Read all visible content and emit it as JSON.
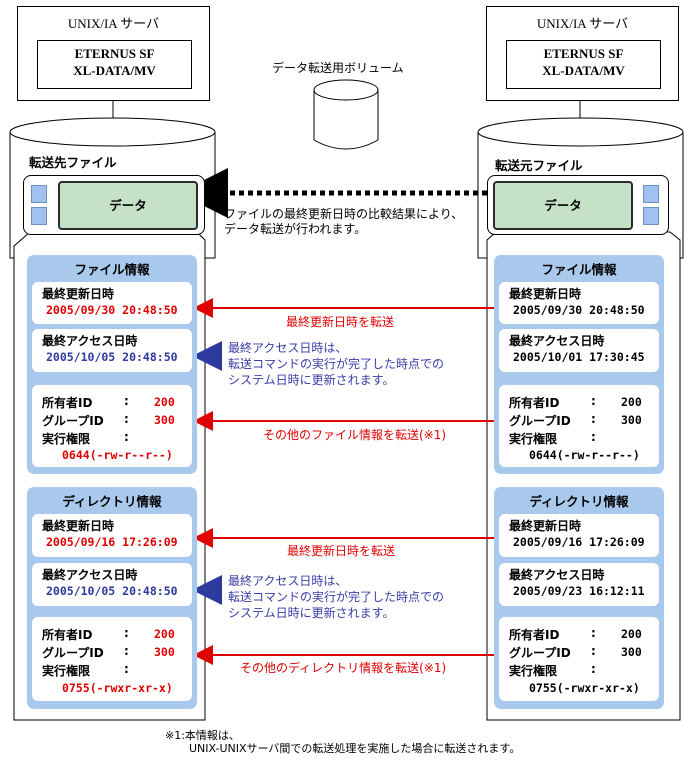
{
  "colors": {
    "panel": "#a9c9ec",
    "data": "#c6e2c6",
    "red": "#e00000",
    "blue": "#2e3a9e"
  },
  "left_server": {
    "title": "UNIX/IA サーバ",
    "product_line1": "ETERNUS SF",
    "product_line2": "XL-DATA/MV"
  },
  "right_server": {
    "title": "UNIX/IA サーバ",
    "product_line1": "ETERNUS SF",
    "product_line2": "XL-DATA/MV"
  },
  "volume_label": "データ転送用ボリューム",
  "dest_file_label": "転送先ファイル",
  "src_file_label": "転送元ファイル",
  "data_label": "データ",
  "compare_note": [
    "ファイルの最終更新日時の比較結果により、",
    "データ転送が行われます。"
  ],
  "left": {
    "file_info": {
      "title": "ファイル情報",
      "mtime_label": "最終更新日時",
      "mtime": "2005/09/30 20:48:50",
      "atime_label": "最終アクセス日時",
      "atime": "2005/10/05 20:48:50",
      "owner_label": "所有者ID",
      "owner": "200",
      "group_label": "グループID",
      "group": "300",
      "perm_label": "実行権限",
      "perm": "0644(-rw-r--r--)"
    },
    "dir_info": {
      "title": "ディレクトリ情報",
      "mtime_label": "最終更新日時",
      "mtime": "2005/09/16 17:26:09",
      "atime_label": "最終アクセス日時",
      "atime": "2005/10/05 20:48:50",
      "owner_label": "所有者ID",
      "owner": "200",
      "group_label": "グループID",
      "group": "300",
      "perm_label": "実行権限",
      "perm": "0755(-rwxr-xr-x)"
    }
  },
  "right": {
    "file_info": {
      "title": "ファイル情報",
      "mtime_label": "最終更新日時",
      "mtime": "2005/09/30 20:48:50",
      "atime_label": "最終アクセス日時",
      "atime": "2005/10/01 17:30:45",
      "owner_label": "所有者ID",
      "owner": "200",
      "group_label": "グループID",
      "group": "300",
      "perm_label": "実行権限",
      "perm": "0644(-rw-r--r--)"
    },
    "dir_info": {
      "title": "ディレクトリ情報",
      "mtime_label": "最終更新日時",
      "mtime": "2005/09/16 17:26:09",
      "atime_label": "最終アクセス日時",
      "atime": "2005/09/23 16:12:11",
      "owner_label": "所有者ID",
      "owner": "200",
      "group_label": "グループID",
      "group": "300",
      "perm_label": "実行権限",
      "perm": "0755(-rwxr-xr-x)"
    }
  },
  "separator": ":",
  "arrows": {
    "mtime_file": "最終更新日時を転送",
    "atime_note": [
      "最終アクセス日時は、",
      "転送コマンドの実行が完了した時点での",
      "システム日時に更新されます。"
    ],
    "other_file": "その他のファイル情報を転送(※1)",
    "mtime_dir": "最終更新日時を転送",
    "other_dir": "その他のディレクトリ情報を転送(※1)"
  },
  "footnote": [
    "※1:本情報は、",
    "UNIX-UNIXサーバ間での転送処理を実施した場合に転送されます。"
  ]
}
